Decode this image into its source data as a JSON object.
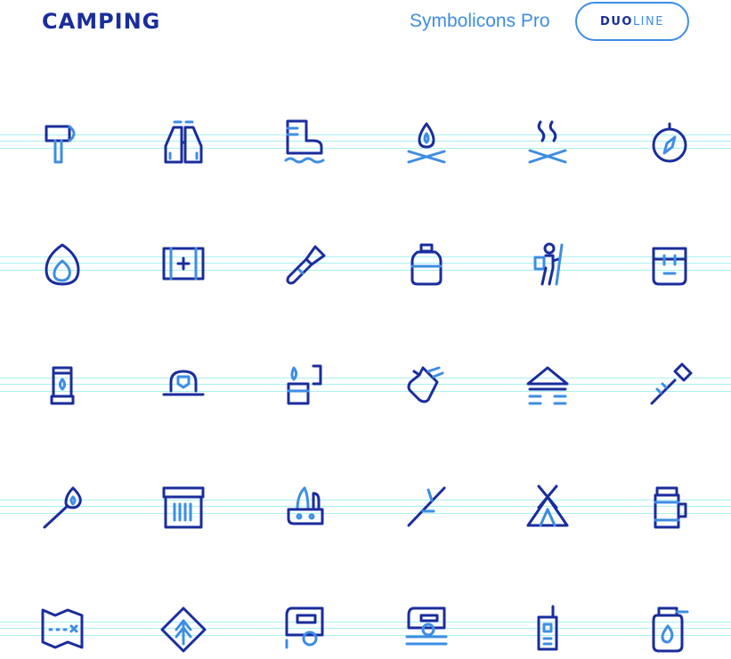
{
  "header": {
    "title": "CAMPING",
    "brand": "Symbolicons Pro",
    "style_label_part1": "DUO",
    "style_label_part2": "LINE"
  },
  "colors": {
    "primary": "#1a2d9c",
    "secondary": "#3e8de4",
    "guide": "#aaf0f0"
  },
  "icons": [
    "hatchet-icon",
    "binoculars-icon",
    "boot-icon",
    "campfire-icon",
    "extinguished-fire-icon",
    "compass-icon",
    "flame-icon",
    "first-aid-kit-icon",
    "flashlight-icon",
    "gas-canister-icon",
    "hiker-icon",
    "backpack-icon",
    "lantern-icon",
    "ranger-hat-icon",
    "lighter-icon",
    "glove-icon",
    "log-cabin-icon",
    "marshmallow-stick-icon",
    "match-icon",
    "cooler-icon",
    "pocket-knife-icon",
    "branch-icon",
    "tent-icon",
    "thermos-icon",
    "trail-map-icon",
    "trail-sign-icon",
    "camper-trailer-icon",
    "caravan-icon",
    "walkie-talkie-icon",
    "water-bottle-icon"
  ]
}
